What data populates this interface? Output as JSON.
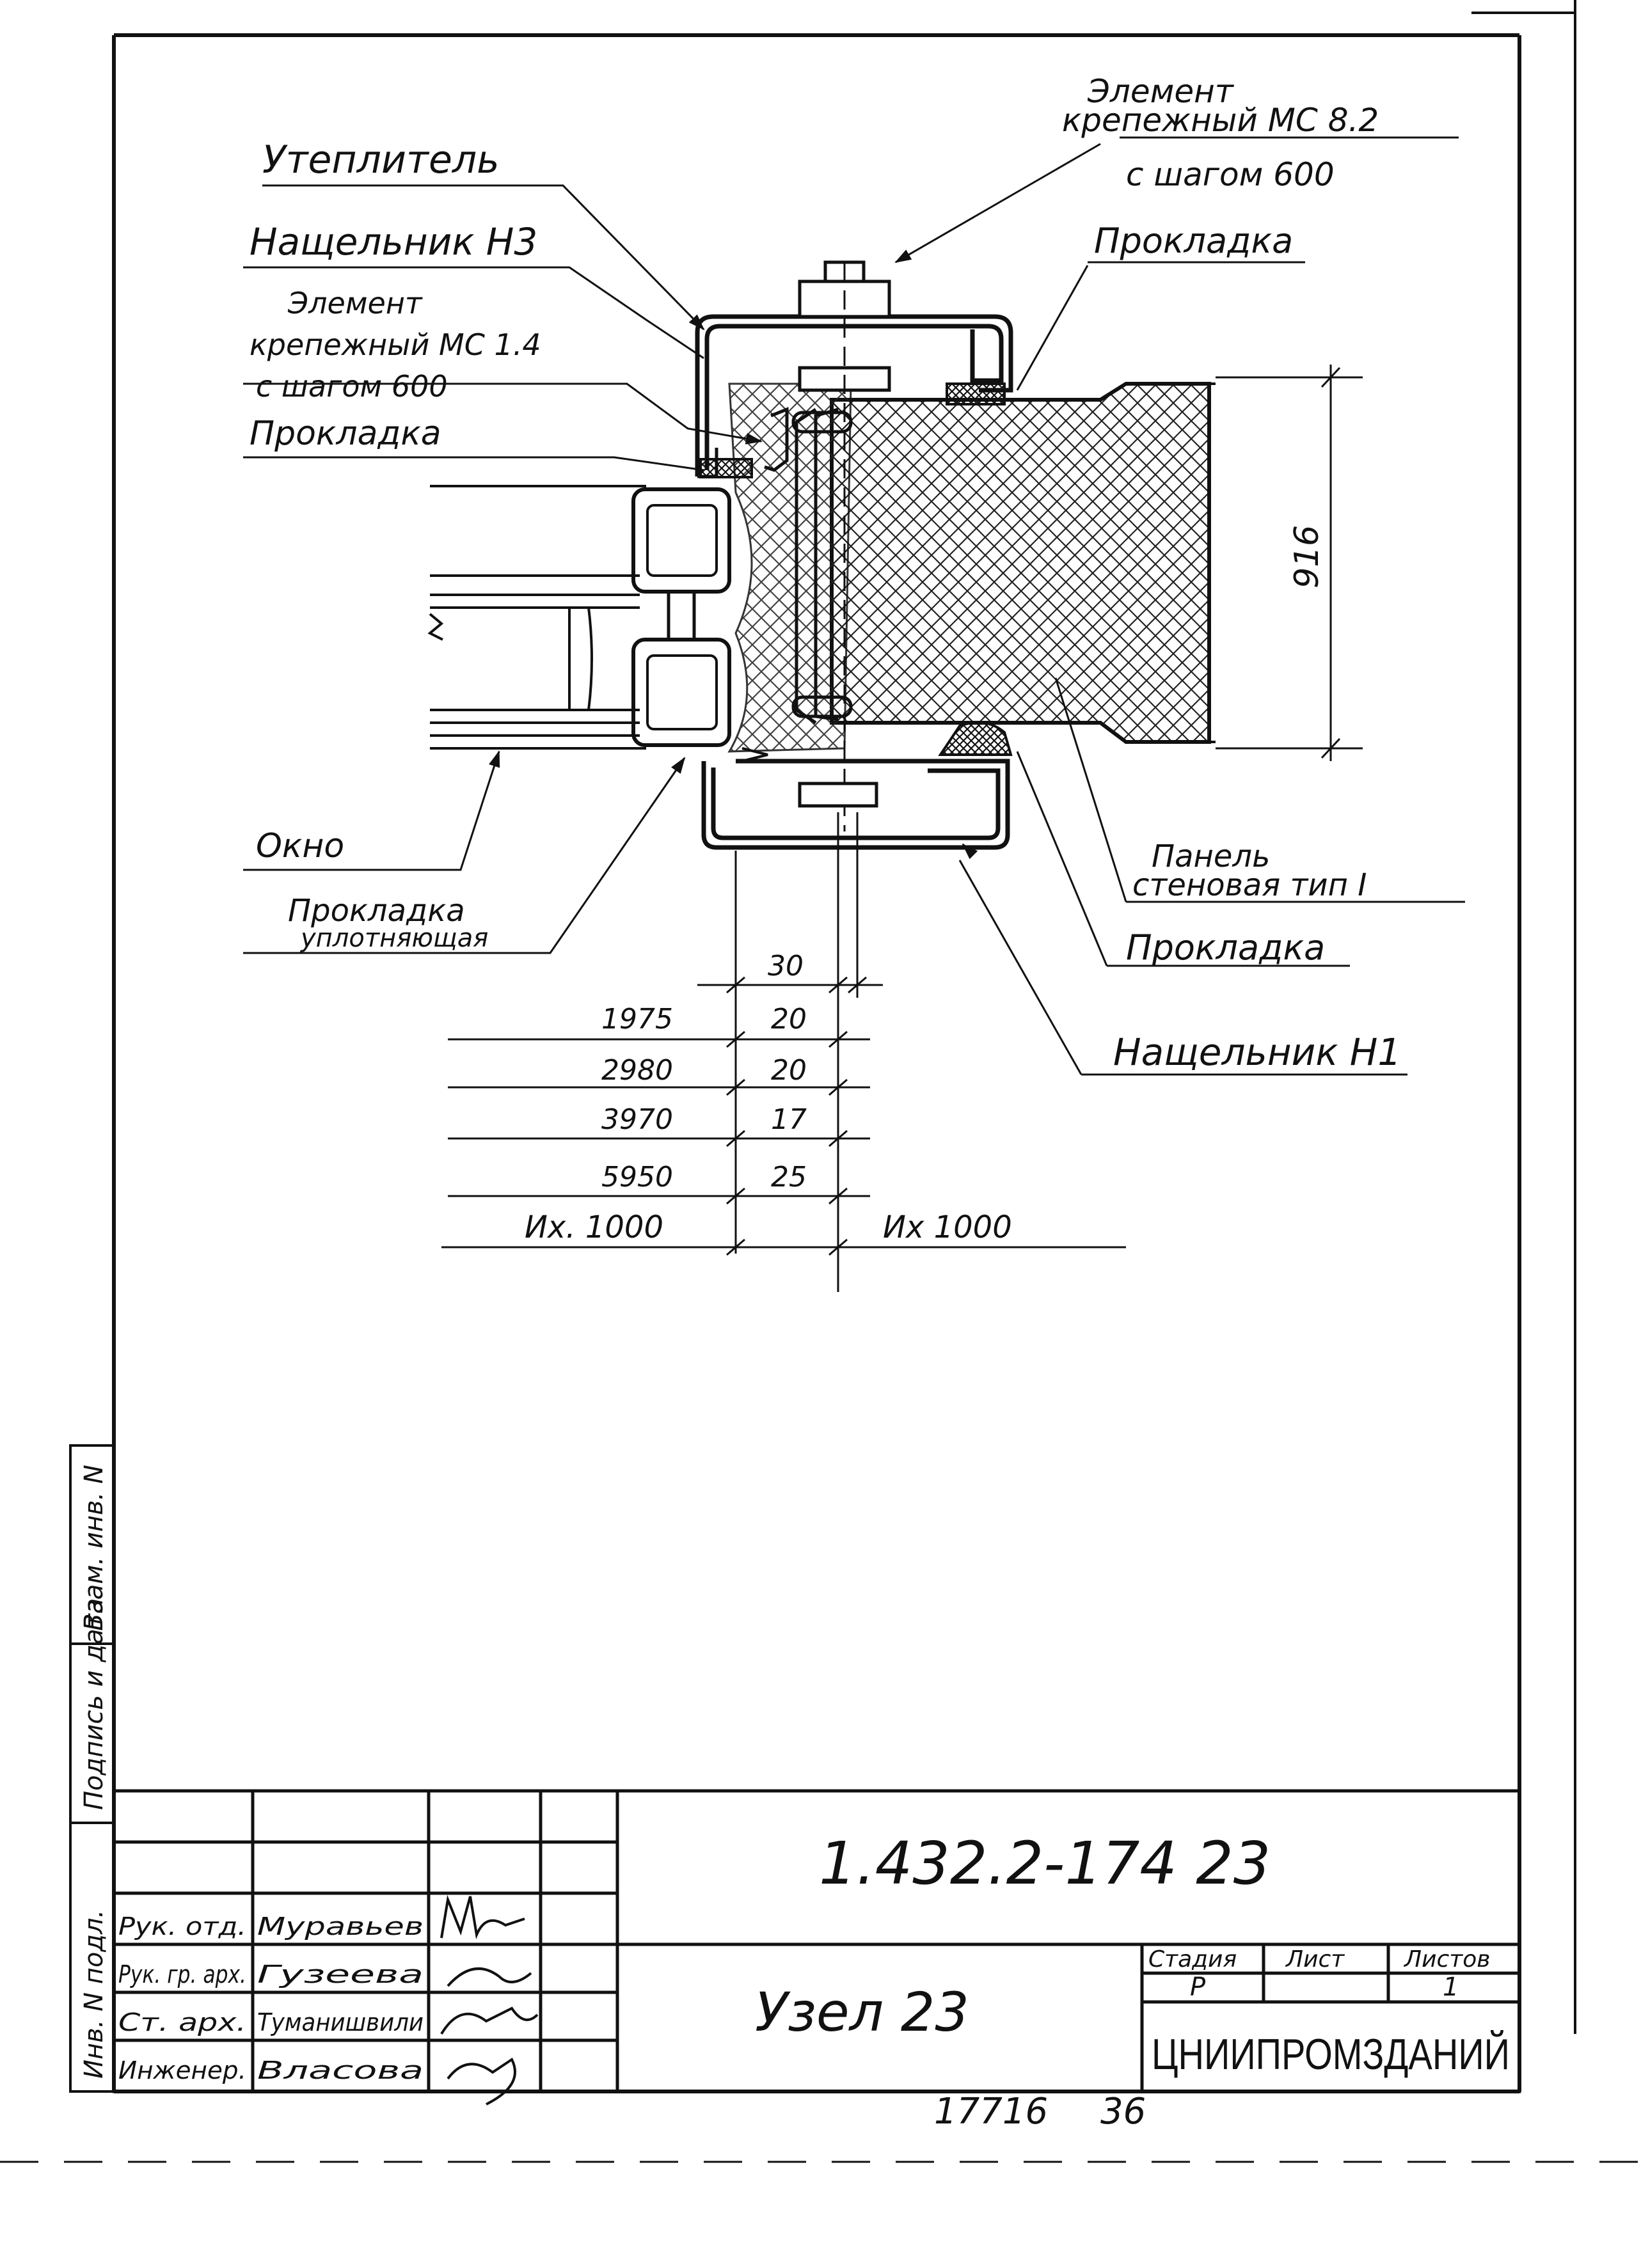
{
  "labels": {
    "insulation": "Утеплитель",
    "cover_strip_n3": "Нащельник Н3",
    "fastener_mc14_line1": "Элемент",
    "fastener_mc14_line2": "крепежный МС 1.4",
    "fastener_mc14_line3": "с шагом 600",
    "gasket_left": "Прокладка",
    "window": "Окно",
    "sealing_gasket_line1": "Прокладка",
    "sealing_gasket_line2": "уплотняющая",
    "fastener_mc82_line1": "Элемент",
    "fastener_mc82_line2": "крепежный МС 8.2",
    "fastener_mc82_line3": "с шагом 600",
    "gasket_top_right": "Прокладка",
    "panel_line1": "Панель",
    "panel_line2": "стеновая тип I",
    "gasket_bottom_right": "Прокладка",
    "cover_strip_n1": "Нащельник Н1",
    "dim_panel": "916"
  },
  "dimension_table": {
    "top_value": "30",
    "rows": [
      {
        "axis": "1975",
        "value": "20"
      },
      {
        "axis": "2980",
        "value": "20"
      },
      {
        "axis": "3970",
        "value": "17"
      },
      {
        "axis": "5950",
        "value": "25"
      }
    ],
    "axis_left": "Их. 1000",
    "axis_right": "Их 1000"
  },
  "title_block": {
    "doc_code": "1.432.2-174 23",
    "node_title": "Узел 23",
    "stage_header": "Стадия",
    "sheet_header": "Лист",
    "sheets_header": "Листов",
    "stage_value": "Р",
    "sheet_value": "",
    "sheets_value": "1",
    "organization": "ЦНИИПРОМЗДАНИЙ",
    "roles": [
      "Рук. отд.",
      "Рук. гр. арх.",
      "Ст. арх.",
      "Инженер."
    ],
    "names": [
      "Муравьев",
      "Гузеева",
      "Туманишвили",
      "Власова"
    ]
  },
  "side_stamp": {
    "inv_orig": "Инв. N подл.",
    "sign_date": "Подпись и дата",
    "replace_inv": "Взам. инв. N"
  },
  "archive_number": "17716",
  "page_number": "36"
}
